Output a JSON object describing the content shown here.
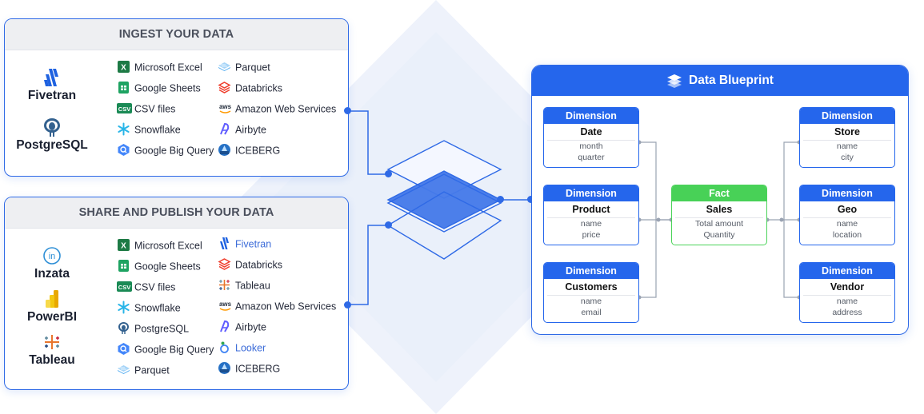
{
  "ingest": {
    "title": "INGEST YOUR DATA",
    "logos": [
      {
        "name": "Fivetran",
        "icon": "fivetran-icon"
      },
      {
        "name": "PostgreSQL",
        "icon": "postgresql-icon"
      }
    ],
    "col1": [
      {
        "label": "Microsoft Excel",
        "icon": "excel-icon"
      },
      {
        "label": "Google Sheets",
        "icon": "google-sheets-icon"
      },
      {
        "label": "CSV files",
        "icon": "csv-icon"
      },
      {
        "label": "Snowflake",
        "icon": "snowflake-icon"
      },
      {
        "label": "Google Big Query",
        "icon": "bigquery-icon"
      }
    ],
    "col2": [
      {
        "label": "Parquet",
        "icon": "parquet-icon"
      },
      {
        "label": "Databricks",
        "icon": "databricks-icon"
      },
      {
        "label": "Amazon Web Services",
        "icon": "aws-icon"
      },
      {
        "label": "Airbyte",
        "icon": "airbyte-icon"
      },
      {
        "label": "ICEBERG",
        "icon": "iceberg-icon"
      }
    ]
  },
  "share": {
    "title": "SHARE AND PUBLISH YOUR DATA",
    "logos": [
      {
        "name": "Inzata",
        "icon": "inzata-icon"
      },
      {
        "name": "PowerBI",
        "icon": "powerbi-icon"
      },
      {
        "name": "Tableau",
        "icon": "tableau-icon"
      }
    ],
    "col1": [
      {
        "label": "Microsoft Excel",
        "icon": "excel-icon"
      },
      {
        "label": "Google Sheets",
        "icon": "google-sheets-icon"
      },
      {
        "label": "CSV files",
        "icon": "csv-icon"
      },
      {
        "label": "Snowflake",
        "icon": "snowflake-icon"
      },
      {
        "label": "PostgreSQL",
        "icon": "postgresql-icon"
      },
      {
        "label": "Google Big Query",
        "icon": "bigquery-icon"
      },
      {
        "label": "Parquet",
        "icon": "parquet-icon"
      }
    ],
    "col2": [
      {
        "label": "Fivetran",
        "icon": "fivetran-icon"
      },
      {
        "label": "Databricks",
        "icon": "databricks-icon"
      },
      {
        "label": "Tableau",
        "icon": "tableau-icon"
      },
      {
        "label": "Amazon Web Services",
        "icon": "aws-icon"
      },
      {
        "label": "Airbyte",
        "icon": "airbyte-icon"
      },
      {
        "label": "Looker",
        "icon": "looker-icon"
      },
      {
        "label": "ICEBERG",
        "icon": "iceberg-icon"
      }
    ]
  },
  "blueprint": {
    "title": "Data Blueprint",
    "icon": "layers-icon",
    "left_dims": [
      {
        "head": "Dimension",
        "title": "Date",
        "fields": [
          "month",
          "quarter"
        ]
      },
      {
        "head": "Dimension",
        "title": "Product",
        "fields": [
          "name",
          "price"
        ]
      },
      {
        "head": "Dimension",
        "title": "Customers",
        "fields": [
          "name",
          "email"
        ]
      }
    ],
    "fact": {
      "head": "Fact",
      "title": "Sales",
      "fields": [
        "Total amount",
        "Quantity"
      ]
    },
    "right_dims": [
      {
        "head": "Dimension",
        "title": "Store",
        "fields": [
          "name",
          "city"
        ]
      },
      {
        "head": "Dimension",
        "title": "Geo",
        "fields": [
          "name",
          "location"
        ]
      },
      {
        "head": "Dimension",
        "title": "Vendor",
        "fields": [
          "name",
          "address"
        ]
      }
    ]
  },
  "colors": {
    "accent": "#2566ec",
    "fact": "#48d157",
    "panel_header_bg": "#eeeff2"
  }
}
